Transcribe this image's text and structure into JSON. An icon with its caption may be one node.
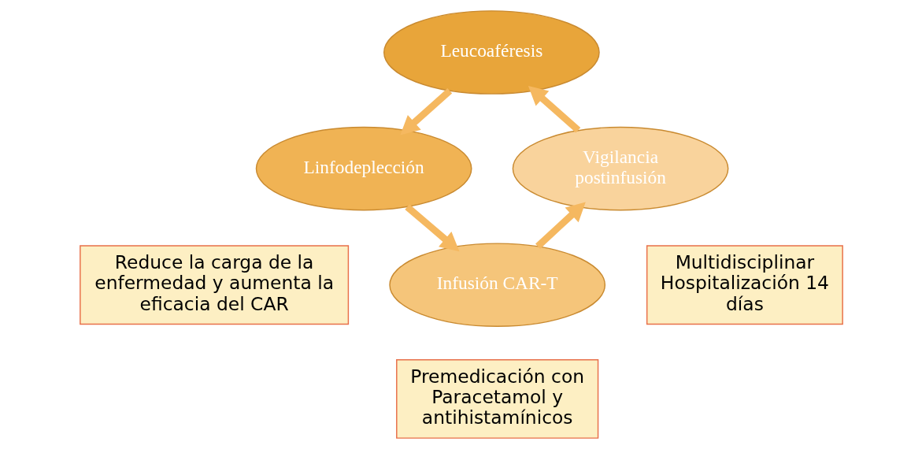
{
  "diagram": {
    "nodes": [
      {
        "text": [
          "Leucoaféresis"
        ]
      },
      {
        "text": [
          "Linfodeplección"
        ]
      },
      {
        "text": [
          "Infusión CAR-T"
        ]
      },
      {
        "text": [
          "Vigilancia postinfusión"
        ]
      },
      {
        "text": [
          "Multidisciplinar Hospitalización 14 días"
        ]
      },
      {
        "text": [
          "Reduce la carga de la enfermedad y aumenta la eficacia del CAR"
        ]
      },
      {
        "text": [
          "Premedicación con Paracetamol y antihistamínicos"
        ]
      }
    ],
    "edges": [
      {
        "from": 0,
        "to": 1,
        "arrow": "to"
      },
      {
        "from": 1,
        "to": 2,
        "arrow": "to"
      },
      {
        "from": 2,
        "to": 3,
        "arrow": "to"
      },
      {
        "from": 3,
        "to": 0,
        "arrow": "to"
      }
    ]
  }
}
